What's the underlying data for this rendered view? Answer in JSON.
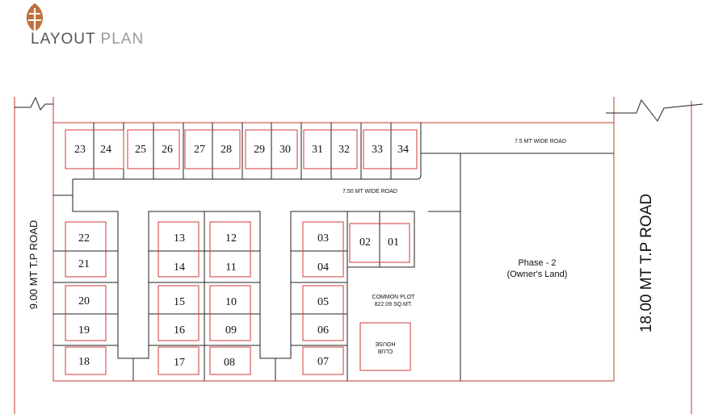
{
  "header": {
    "title_first": "LAYOUT",
    "title_second": "PLAN",
    "brand_color": "#c0703a"
  },
  "roads": {
    "left": "9.00 MT T.P ROAD",
    "right": "18.00 MT T.P ROAD",
    "top_internal": "7.5 MT WIDE ROAD",
    "middle_internal": "7.50 MT WIDE ROAD"
  },
  "areas": {
    "phase2_title": "Phase - 2",
    "phase2_subtitle": "(Owner's Land)",
    "common_plot_title": "COMMON PLOT",
    "common_plot_area": "822.09  SQ.MT.",
    "club_house_line1": "CLUB",
    "club_house_line2": "HOUSE"
  },
  "plots": {
    "top_row": [
      "23",
      "24",
      "25",
      "26",
      "27",
      "28",
      "29",
      "30",
      "31",
      "32",
      "33",
      "34"
    ],
    "col_a": [
      "22",
      "21",
      "20",
      "19",
      "18"
    ],
    "col_b": [
      "13",
      "14",
      "15",
      "16",
      "17"
    ],
    "col_c": [
      "12",
      "11",
      "10",
      "09",
      "08"
    ],
    "col_d": [
      "03",
      "04",
      "05",
      "06",
      "07"
    ],
    "pair": [
      "02",
      "01"
    ]
  },
  "colors": {
    "boundary": "#c0392b",
    "plot_box": "#d03a3a",
    "line": "#222222"
  }
}
